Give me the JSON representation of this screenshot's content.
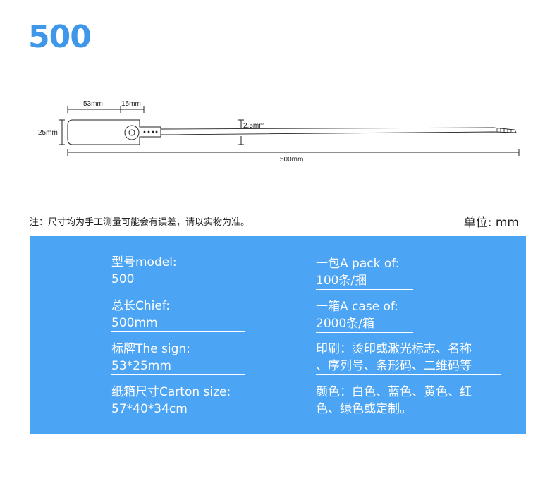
{
  "title": "500",
  "dimensions": {
    "tag_length": "53mm",
    "hole_offset": "15mm",
    "tag_height": "25mm",
    "strap_width": "2.5mm",
    "total_length": "500mm"
  },
  "note": "注：尺寸均为手工测量可能会有误差，请以实物为准。",
  "unit": "单位: mm",
  "specs": {
    "model_label": "型号model:",
    "model_value": "500",
    "length_label": "总长Chief:",
    "length_value": "500mm",
    "sign_label": "标牌The sign:",
    "sign_value": "53*25mm",
    "carton_label": "纸箱尺寸Carton size:",
    "carton_value": "57*40*34cm",
    "pack_label": "一包A pack of:",
    "pack_value": "100条/捆",
    "case_label": "一箱A case of:",
    "case_value": "2000条/箱",
    "print_line1": "印刷：烫印或激光标志、名称",
    "print_line2": "、序列号、条形码、二维码等",
    "color_line1": "颜色：白色、蓝色、黄色、红",
    "color_line2": "色、绿色或定制。"
  },
  "colors": {
    "title": "#3f97ea",
    "panel": "#4ca4f5"
  }
}
